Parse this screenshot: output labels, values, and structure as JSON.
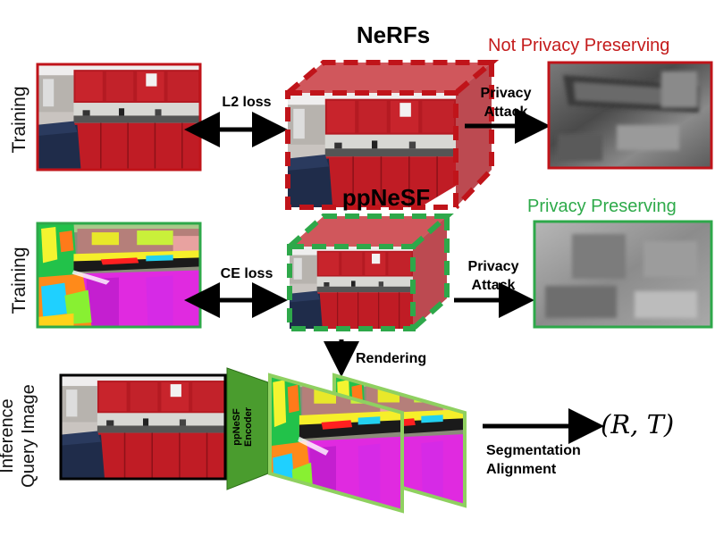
{
  "row_labels": {
    "nerf_training": "Training",
    "ppnesf_training": "Training",
    "inference_line1": "Inference",
    "inference_line2": "Query Image"
  },
  "titles": {
    "nerf": "NeRFs",
    "ppnesf": "ppNeSF"
  },
  "losses": {
    "l2": "L2 loss",
    "ce": "CE loss"
  },
  "attack": {
    "line1": "Privacy",
    "line2": "Attack"
  },
  "status": {
    "not_preserving": "Not Privacy Preserving",
    "preserving": "Privacy Preserving"
  },
  "rendering_label": "Rendering",
  "encoder": {
    "line1": "ppNeSF",
    "line2": "Encoder"
  },
  "alignment": {
    "line1": "Segmentation",
    "line2": "Alignment"
  },
  "pose_output": "(R, T)",
  "colors": {
    "nerf_red": "#c0141a",
    "nesf_green": "#2ea84a",
    "light_green": "#8fd060",
    "encoder_green": "#4a9c2e",
    "not_preserving_text": "#c41b1b",
    "preserving_text": "#2eaa4a"
  }
}
